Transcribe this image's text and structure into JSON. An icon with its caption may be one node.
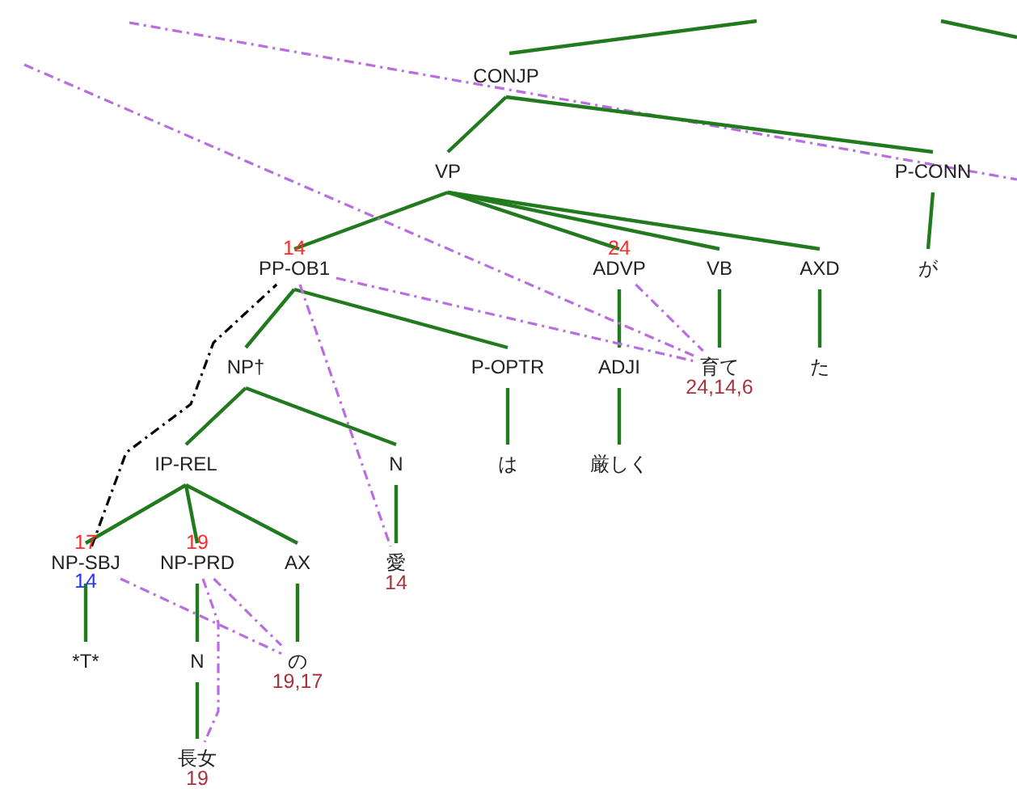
{
  "diagram": {
    "nodes": [
      {
        "text": [
          "CONJP"
        ]
      },
      {
        "text": [
          "VP"
        ]
      },
      {
        "text": [
          "P-CONN"
        ]
      },
      {
        "text": [
          "PP-OB1"
        ],
        "beside": [
          "14"
        ]
      },
      {
        "text": [
          "ADVP"
        ],
        "beside": [
          "24"
        ]
      },
      {
        "text": [
          "VB"
        ]
      },
      {
        "text": [
          "AXD"
        ]
      },
      {
        "text": [
          "が"
        ]
      },
      {
        "text": [
          "NP†"
        ]
      },
      {
        "text": [
          "P-OPTR"
        ]
      },
      {
        "text": [
          "ADJI"
        ]
      },
      {
        "text": [
          "育て"
        ],
        "beside": [
          "24,14,6"
        ]
      },
      {
        "text": [
          "た"
        ]
      },
      {
        "text": [
          "IP-REL"
        ]
      },
      {
        "text": [
          "N"
        ]
      },
      {
        "text": [
          "は"
        ]
      },
      {
        "text": [
          "厳しく"
        ]
      },
      {
        "text": [
          "NP-SBJ"
        ],
        "beside": [
          "17",
          "14"
        ]
      },
      {
        "text": [
          "NP-PRD"
        ],
        "beside": [
          "19"
        ]
      },
      {
        "text": [
          "AX"
        ]
      },
      {
        "text": [
          "愛"
        ],
        "beside": [
          "14"
        ]
      },
      {
        "text": [
          "*T*"
        ]
      },
      {
        "text": [
          "N"
        ]
      },
      {
        "text": [
          "の"
        ],
        "beside": [
          "19,17"
        ]
      },
      {
        "text": [
          "長女"
        ],
        "beside": [
          "19"
        ]
      }
    ],
    "edges": [
      {
        "from": null,
        "to": 0,
        "arrow": "none"
      },
      {
        "from": 0,
        "to": 1,
        "arrow": "none"
      },
      {
        "from": 0,
        "to": 2,
        "arrow": "none"
      },
      {
        "from": 1,
        "to": 3,
        "arrow": "none"
      },
      {
        "from": 1,
        "to": 4,
        "arrow": "none"
      },
      {
        "from": 1,
        "to": 5,
        "arrow": "none"
      },
      {
        "from": 1,
        "to": 6,
        "arrow": "none"
      },
      {
        "from": 2,
        "to": 7,
        "arrow": "none"
      },
      {
        "from": 3,
        "to": 8,
        "arrow": "none"
      },
      {
        "from": 3,
        "to": 9,
        "arrow": "none"
      },
      {
        "from": 4,
        "to": 10,
        "arrow": "none"
      },
      {
        "from": 5,
        "to": 11,
        "arrow": "none"
      },
      {
        "from": 6,
        "to": 12,
        "arrow": "none"
      },
      {
        "from": 8,
        "to": 13,
        "arrow": "none"
      },
      {
        "from": 8,
        "to": 14,
        "arrow": "none"
      },
      {
        "from": 9,
        "to": 15,
        "arrow": "none"
      },
      {
        "from": 10,
        "to": 16,
        "arrow": "none"
      },
      {
        "from": 13,
        "to": 17,
        "arrow": "none"
      },
      {
        "from": 13,
        "to": 18,
        "arrow": "none"
      },
      {
        "from": 13,
        "to": 19,
        "arrow": "none"
      },
      {
        "from": 14,
        "to": 20,
        "arrow": "none"
      },
      {
        "from": 17,
        "to": 21,
        "arrow": "none"
      },
      {
        "from": 18,
        "to": 22,
        "arrow": "none"
      },
      {
        "from": 19,
        "to": 23,
        "arrow": "none"
      },
      {
        "from": 22,
        "to": 24,
        "arrow": "none"
      },
      {
        "from": null,
        "to": 11,
        "arrow": "none",
        "style": "dashed",
        "color": "#b86ee0"
      },
      {
        "from": 3,
        "to": 11,
        "arrow": "none",
        "style": "dashed",
        "color": "#b86ee0"
      },
      {
        "from": 4,
        "to": 11,
        "arrow": "none",
        "style": "dashed",
        "color": "#b86ee0"
      },
      {
        "from": 3,
        "to": 20,
        "arrow": "none",
        "style": "dashed",
        "color": "#b86ee0"
      },
      {
        "from": 17,
        "to": 23,
        "arrow": "none",
        "style": "dashed",
        "color": "#b86ee0"
      },
      {
        "from": 18,
        "to": 23,
        "arrow": "none",
        "style": "dashed",
        "color": "#b86ee0"
      },
      {
        "from": 18,
        "to": 24,
        "arrow": "none",
        "style": "dashed",
        "color": "#b86ee0"
      },
      {
        "from": 17,
        "to": 3,
        "arrow": "none",
        "style": "dashed",
        "color": "#000000"
      }
    ]
  }
}
